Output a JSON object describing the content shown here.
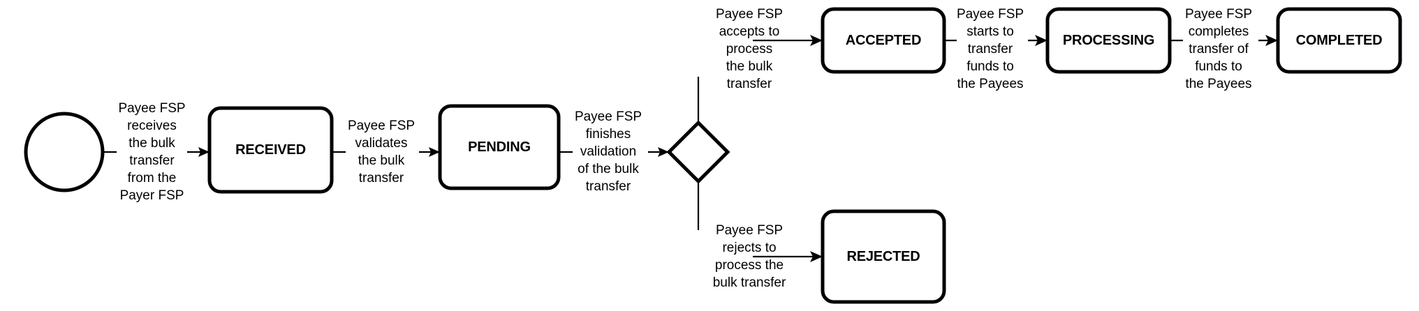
{
  "diagram": {
    "type": "state-machine-flowchart",
    "title_visible": false,
    "background_color": "#ffffff",
    "stroke_color": "#000000",
    "nodes": [
      {
        "id": "start",
        "shape": "circle",
        "label": ""
      },
      {
        "id": "received",
        "shape": "rounded-rect",
        "label": "RECEIVED"
      },
      {
        "id": "pending",
        "shape": "rounded-rect",
        "label": "PENDING"
      },
      {
        "id": "decision",
        "shape": "diamond",
        "label": ""
      },
      {
        "id": "accepted",
        "shape": "rounded-rect",
        "label": "ACCEPTED"
      },
      {
        "id": "processing",
        "shape": "rounded-rect",
        "label": "PROCESSING"
      },
      {
        "id": "completed",
        "shape": "rounded-rect",
        "label": "COMPLETED"
      },
      {
        "id": "rejected",
        "shape": "rounded-rect",
        "label": "REJECTED"
      }
    ],
    "edges": [
      {
        "id": "e1",
        "from": "start",
        "to": "received",
        "label": "Payee FSP\nreceives\nthe bulk\ntransfer\nfrom the\nPayer FSP"
      },
      {
        "id": "e2",
        "from": "received",
        "to": "pending",
        "label": "Payee FSP\nvalidates\nthe bulk\ntransfer"
      },
      {
        "id": "e3",
        "from": "pending",
        "to": "decision",
        "label": "Payee FSP\nfinishes\nvalidation\nof the bulk\ntransfer"
      },
      {
        "id": "e4",
        "from": "decision",
        "to": "accepted",
        "label": "Payee FSP\naccepts to\nprocess\nthe bulk\ntransfer"
      },
      {
        "id": "e5",
        "from": "accepted",
        "to": "processing",
        "label": "Payee FSP\nstarts to\ntransfer\nfunds to\nthe Payees"
      },
      {
        "id": "e6",
        "from": "processing",
        "to": "completed",
        "label": "Payee FSP\ncompletes\ntransfer of\nfunds to\nthe Payees"
      },
      {
        "id": "e7",
        "from": "decision",
        "to": "rejected",
        "label": "Payee FSP\nrejects to\nprocess the\nbulk transfer"
      }
    ]
  }
}
